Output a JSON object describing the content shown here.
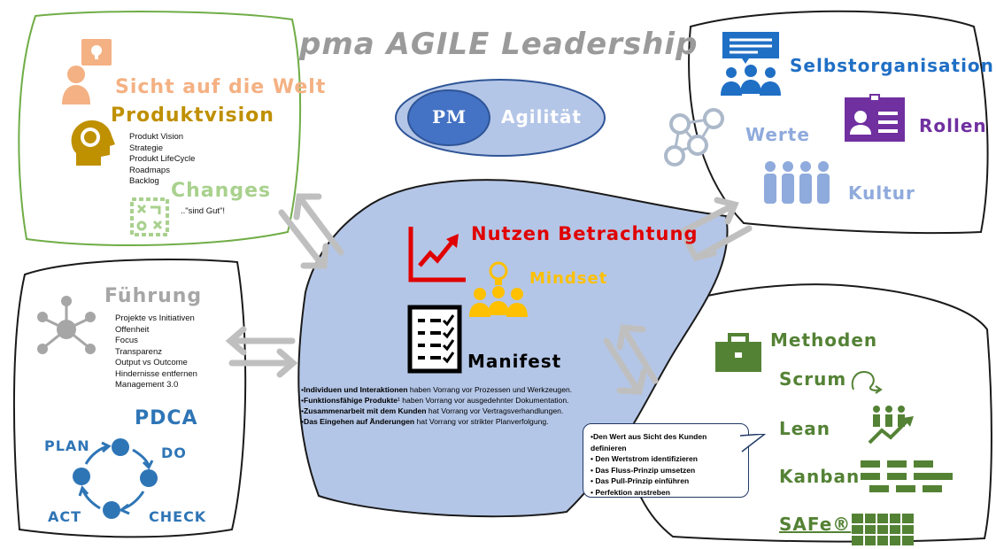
{
  "title": "pma AGILE Leadership",
  "center": {
    "pm_label": "PM",
    "agility_label": "Agilität",
    "nutzen": "Nutzen Betrachtung",
    "mindset": "Mindset",
    "manifest": "Manifest",
    "manifesto": [
      {
        "bold": "Individuen und Interaktionen",
        "rest": " haben Vorrang vor Prozessen und Werkzeugen."
      },
      {
        "bold": "Funktionsfähige Produkte",
        "rest": "¹ haben Vorrang vor ausgedehnter Dokumentation."
      },
      {
        "bold": "Zusammenarbeit mit dem Kunden",
        "rest": " hat Vorrang vor Vertragsverhandlungen."
      },
      {
        "bold": "Das Eingehen auf Änderungen",
        "rest": " hat Vorrang vor strikter Planverfolgung."
      }
    ]
  },
  "vision": {
    "sicht": "Sicht auf die Welt",
    "produktvision": "Produktvision",
    "items": [
      "Produkt Vision",
      "Strategie",
      "Produkt LifeCycle",
      "Roadmaps",
      "Backlog"
    ],
    "changes": "Changes",
    "changes_note": "..\"sind Gut\"!"
  },
  "fuehrung": {
    "title": "Führung",
    "items": [
      "Projekte vs Initiativen",
      "Offenheit",
      "Focus",
      "Transparenz",
      "Output vs Outcome",
      "Hindernisse entfernen",
      "Management 3.0"
    ],
    "pdca": "PDCA",
    "plan": "PLAN",
    "do": "DO",
    "check": "CHECK",
    "act": "ACT"
  },
  "org": {
    "selbst": "Selbstorganisation",
    "werte": "Werte",
    "rollen": "Rollen",
    "kultur": "Kultur"
  },
  "methods": {
    "methoden": "Methoden",
    "scrum": "Scrum",
    "lean": "Lean",
    "kanban": "Kanban",
    "safe": "SAFe®",
    "lean_items": [
      "Den Wert aus Sicht des Kunden definieren",
      "Den Wertstrom identifizieren",
      "Das Fluss-Prinzip umsetzen",
      "Das Pull-Prinzip einführen",
      "Perfektion anstreben"
    ]
  },
  "colors": {
    "title": "#9a9a9a",
    "sicht": "#f4b183",
    "produktvision": "#bf9000",
    "changes": "#a9d18e",
    "center_fill": "#b4c6e7",
    "pm_fill": "#4472c4",
    "nutzen": "#e00000",
    "mindset": "#ffc000",
    "fuehrung": "#a6a6a6",
    "pdca": "#2e75b6",
    "selbst": "#1f6fc5",
    "rollen": "#7030a0",
    "werte": "#8faadc",
    "green": "#548235"
  }
}
